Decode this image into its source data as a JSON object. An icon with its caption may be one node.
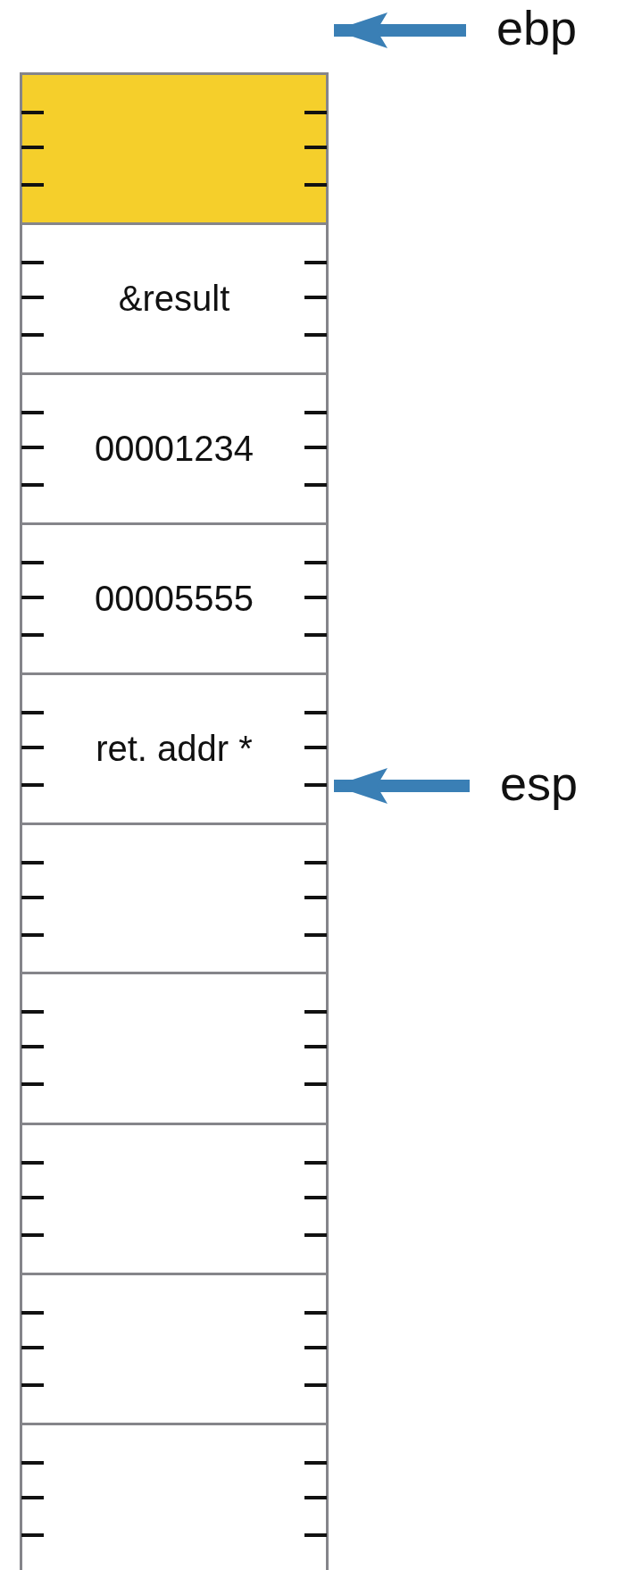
{
  "diagram": {
    "nodes": [
      {
        "text": [],
        "shape": "box"
      },
      {
        "text": [
          "&result"
        ]
      },
      {
        "text": [
          "00001234"
        ]
      },
      {
        "text": [
          "00005555"
        ]
      },
      {
        "text": [
          "ret. addr *"
        ]
      },
      {
        "text": [],
        "shape": "box"
      },
      {
        "text": [],
        "shape": "box"
      },
      {
        "text": [],
        "shape": "box"
      },
      {
        "text": [],
        "shape": "box"
      },
      {
        "text": [],
        "shape": "box"
      },
      {
        "text": [
          "ebp"
        ]
      },
      {
        "text": [
          "esp"
        ]
      }
    ],
    "edges": [
      {
        "from": 10,
        "to": 0,
        "arrow": "to"
      },
      {
        "from": 11,
        "to": 4,
        "arrow": "to"
      }
    ]
  }
}
